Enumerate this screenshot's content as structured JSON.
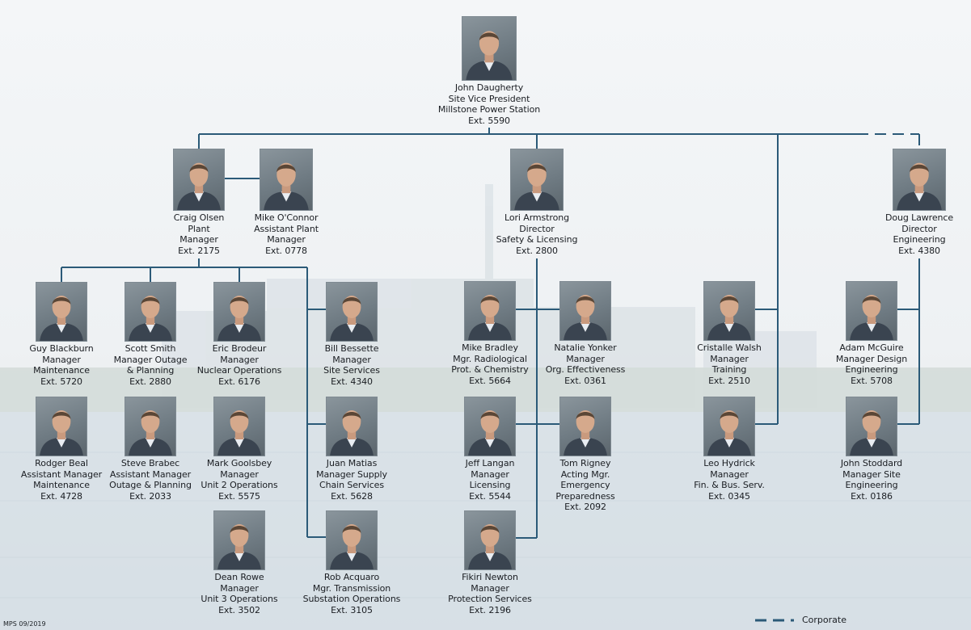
{
  "people": [
    {
      "id": "daugherty",
      "name": "John Daugherty",
      "lines": [
        "Site Vice President",
        "Millstone Power Station",
        "Ext. 5590"
      ]
    },
    {
      "id": "olsen",
      "name": "Craig Olsen",
      "lines": [
        "Plant",
        "Manager",
        "Ext. 2175"
      ]
    },
    {
      "id": "oconnor",
      "name": "Mike O'Connor",
      "lines": [
        "Assistant Plant",
        "Manager",
        "Ext. 0778"
      ]
    },
    {
      "id": "armstrong",
      "name": "Lori Armstrong",
      "lines": [
        "Director",
        "Safety & Licensing",
        "Ext. 2800"
      ]
    },
    {
      "id": "lawrence",
      "name": "Doug Lawrence",
      "lines": [
        "Director",
        "Engineering",
        "Ext. 4380"
      ]
    },
    {
      "id": "blackburn",
      "name": "Guy Blackburn",
      "lines": [
        "Manager",
        "Maintenance",
        "Ext. 5720"
      ]
    },
    {
      "id": "ssmith",
      "name": "Scott Smith",
      "lines": [
        "Manager Outage",
        "& Planning",
        "Ext. 2880"
      ]
    },
    {
      "id": "brodeur",
      "name": "Eric Brodeur",
      "lines": [
        "Manager",
        "Nuclear Operations",
        "Ext. 6176"
      ]
    },
    {
      "id": "bessette",
      "name": "Bill Bessette",
      "lines": [
        "Manager",
        "Site Services",
        "Ext. 4340"
      ]
    },
    {
      "id": "bradley",
      "name": "Mike Bradley",
      "lines": [
        "Mgr. Radiological",
        "Prot. & Chemistry",
        "Ext. 5664"
      ]
    },
    {
      "id": "yonker",
      "name": "Natalie Yonker",
      "lines": [
        "Manager",
        "Org. Effectiveness",
        "Ext. 0361"
      ]
    },
    {
      "id": "walsh",
      "name": "Cristalle Walsh",
      "lines": [
        "Manager",
        "Training",
        "Ext. 2510"
      ]
    },
    {
      "id": "mcguire",
      "name": "Adam McGuire",
      "lines": [
        "Manager Design",
        "Engineering",
        "Ext. 5708"
      ]
    },
    {
      "id": "beal",
      "name": "Rodger Beal",
      "lines": [
        "Assistant Manager",
        "Maintenance",
        "Ext. 4728"
      ]
    },
    {
      "id": "brabec",
      "name": "Steve Brabec",
      "lines": [
        "Assistant Manager",
        "Outage & Planning",
        "Ext. 2033"
      ]
    },
    {
      "id": "goolsbey",
      "name": "Mark Goolsbey",
      "lines": [
        "Manager",
        "Unit 2 Operations",
        "Ext. 5575"
      ]
    },
    {
      "id": "matias",
      "name": "Juan Matias",
      "lines": [
        "Manager Supply",
        "Chain Services",
        "Ext. 5628"
      ]
    },
    {
      "id": "langan",
      "name": "Jeff Langan",
      "lines": [
        "Manager",
        "Licensing",
        "Ext. 5544"
      ]
    },
    {
      "id": "rigney",
      "name": "Tom Rigney",
      "lines": [
        "Acting Mgr.",
        "Emergency",
        "Preparedness",
        "Ext. 2092"
      ]
    },
    {
      "id": "hydrick",
      "name": "Leo Hydrick",
      "lines": [
        "Manager",
        "Fin. & Bus. Serv.",
        "Ext. 0345"
      ]
    },
    {
      "id": "stoddard",
      "name": "John Stoddard",
      "lines": [
        "Manager Site",
        "Engineering",
        "Ext. 0186"
      ]
    },
    {
      "id": "rowe",
      "name": "Dean Rowe",
      "lines": [
        "Manager",
        "Unit 3 Operations",
        "Ext. 3502"
      ]
    },
    {
      "id": "acquaro",
      "name": "Rob Acquaro",
      "lines": [
        "Mgr. Transmission",
        "Substation Operations",
        "Ext. 3105"
      ]
    },
    {
      "id": "newton",
      "name": "Fikiri Newton",
      "lines": [
        "Manager",
        "Protection Services",
        "Ext. 2196"
      ]
    }
  ],
  "footer_code": "MPS 09/2019",
  "legend": {
    "label": "Corporate"
  },
  "colors": {
    "line": "#2b5a78",
    "text": "#1a1d22",
    "photo_bg": "#7a858c"
  }
}
